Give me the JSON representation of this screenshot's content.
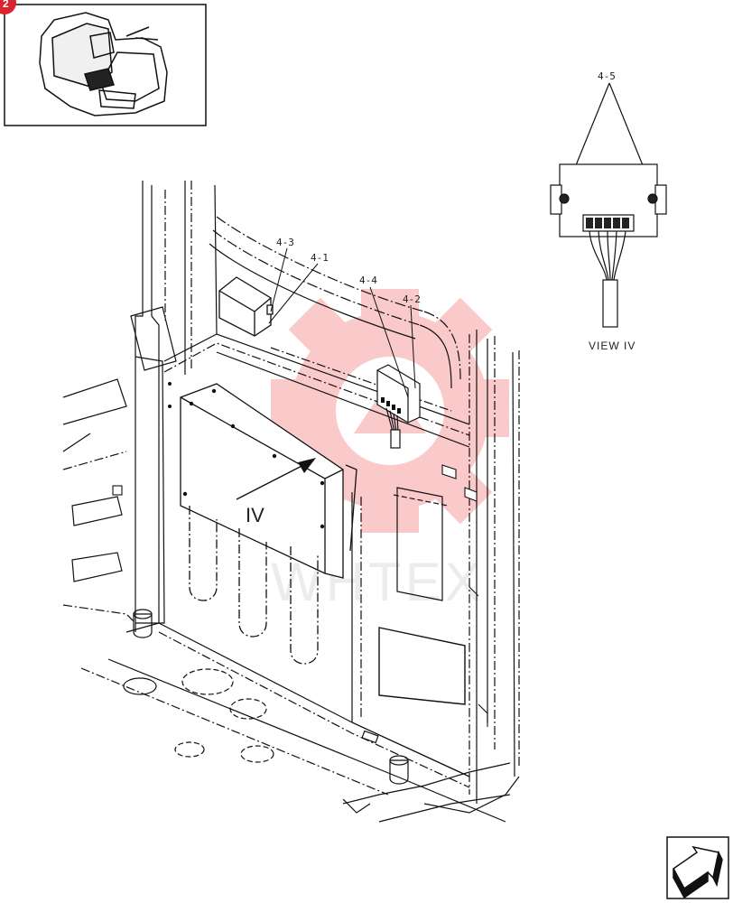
{
  "labels": {
    "callout_4_1": "4-1",
    "callout_4_2": "4-2",
    "callout_4_3": "4-3",
    "callout_4_4": "4-4",
    "callout_4_5": "4-5",
    "view_marker": "IV",
    "view_caption": "VIEW IV",
    "watermark": "WHTEX",
    "badge": "2"
  },
  "colors": {
    "line": "#111111",
    "watermark": "#f26b6b",
    "badge": "#d9232e"
  },
  "icons": {
    "locator": "cab-locator-icon",
    "nav": "next-page-arrow-icon"
  }
}
